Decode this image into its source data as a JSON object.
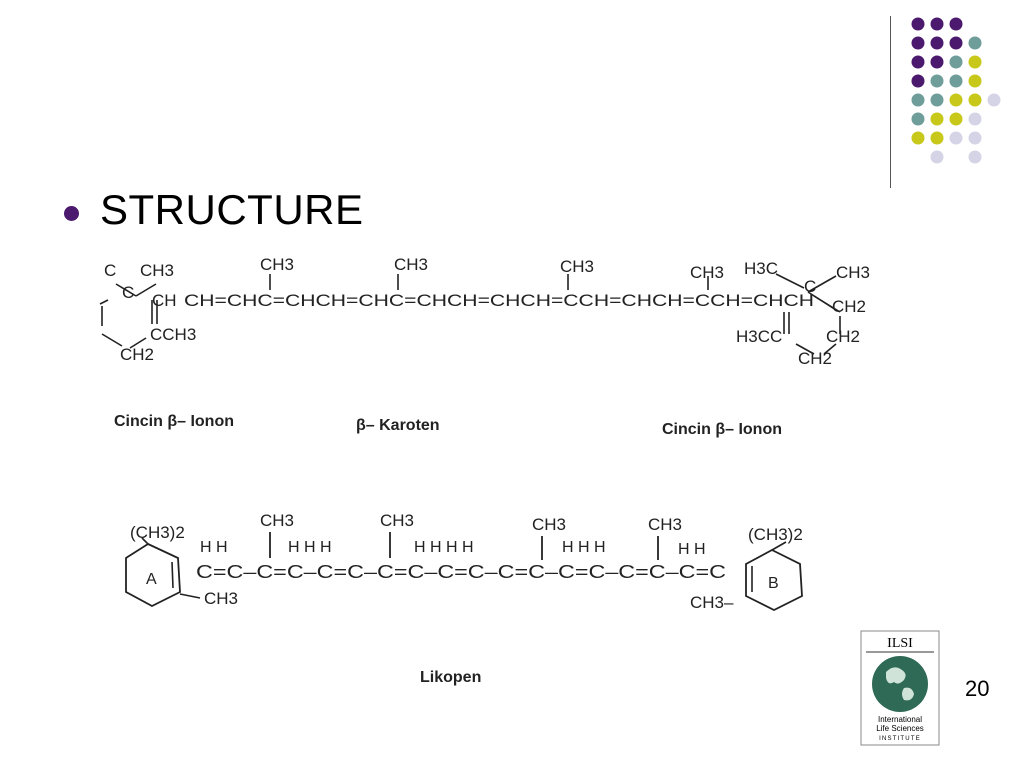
{
  "slide": {
    "heading": "STRUCTURE",
    "page_number": "20"
  },
  "figure": {
    "carotene": {
      "top_labels": [
        "CH3",
        "CH3",
        "CH3",
        "CH3"
      ],
      "left_ring": [
        "C",
        "CH3",
        "C",
        "CH",
        "CCH3",
        "CH2"
      ],
      "chain": "CH=CHC=CHCH=CHC=CHCH=CHCH=CCH=CHCH=CCH=CHCH",
      "right_ring": [
        "H3C",
        "C",
        "CH3",
        "CH2",
        "H3CC",
        "CH2",
        "CH2"
      ],
      "captions": {
        "left": "Cincin β– Ionon",
        "center": "β– Karoten",
        "right": "Cincin β– Ionon"
      }
    },
    "lycopene": {
      "ring_a_label": "A",
      "ring_b_label": "B",
      "ring_a_sub": "(CH3)2",
      "ring_b_sub": "(CH3)2",
      "ring_a_methyl": "CH3",
      "ring_b_methyl": "CH3–",
      "methyl_tops": [
        "CH3",
        "CH3",
        "CH3",
        "CH3"
      ],
      "h_groups": [
        "H H",
        "H H H",
        "H H H H",
        "H H H",
        "H H"
      ],
      "chain": "C=C–C=C–C=C–C=C–C=C–C=C–C=C–C=C–C=C",
      "caption": "Likopen"
    }
  },
  "logo": {
    "acronym": "ILSI",
    "line1": "International",
    "line2": "Life Sciences",
    "line3": "INSTITUTE"
  },
  "colors": {
    "purple": "#4b1a6e",
    "teal": "#6f9e9a",
    "yellow": "#c8c81a",
    "lavender": "#d4d4e6",
    "bullet": "#4b1a6e"
  }
}
